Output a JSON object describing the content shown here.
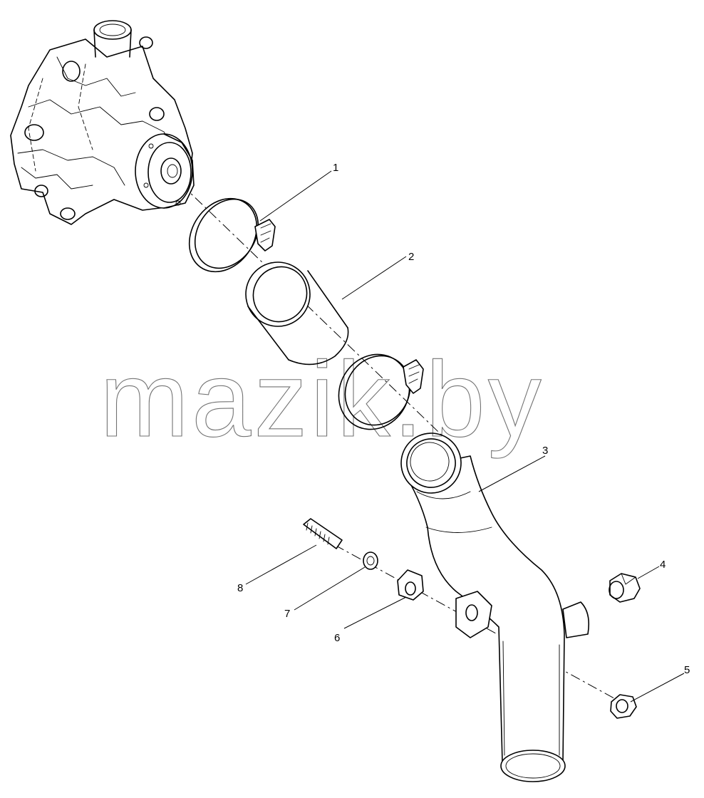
{
  "watermark": {
    "text": "mazik.by"
  },
  "callouts": [
    "1",
    "2",
    "3",
    "4",
    "5",
    "6",
    "7",
    "8"
  ]
}
